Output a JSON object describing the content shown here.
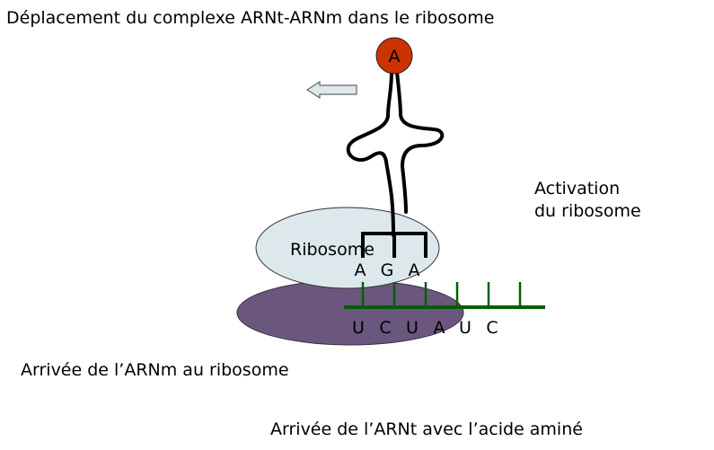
{
  "title": "Déplacement du complexe ARNt-ARNm dans le ribosome",
  "labels": {
    "activation_line1": "Activation",
    "activation_line2": "du ribosome",
    "arrivee_arnm": "Arrivée de l’ARNm au ribosome",
    "arrivee_arnt": "Arrivée de l’ARNt avec l’acide aminé"
  },
  "amino_acid": {
    "label": "A",
    "color": "#cc3300"
  },
  "ribosome": {
    "small_subunit_label": "Ribosome",
    "small_subunit_color": "#dde8ec",
    "large_subunit_color": "#6b577d"
  },
  "anticodon": [
    "A",
    "G",
    "A"
  ],
  "mrna": {
    "codons": [
      "U",
      "C",
      "U",
      "A",
      "U",
      "C"
    ],
    "color": "#006000"
  },
  "direction_arrow": {
    "direction": "left",
    "color": "#dde8ec"
  }
}
